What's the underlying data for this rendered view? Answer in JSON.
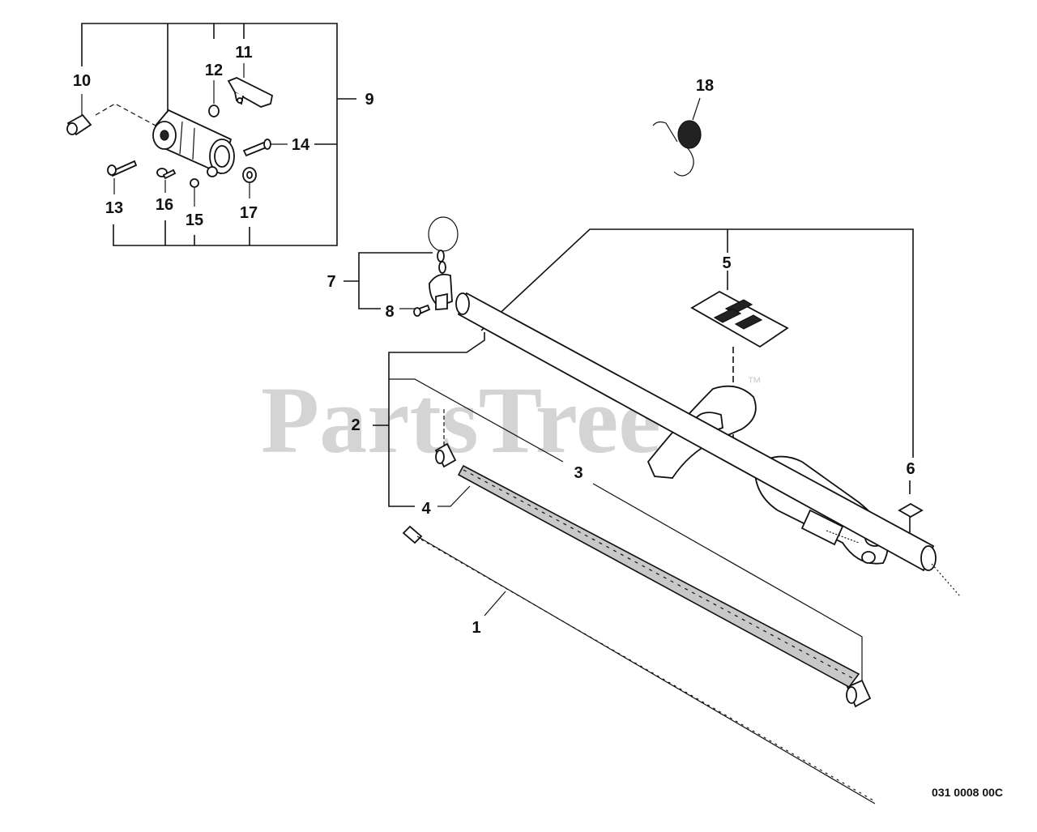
{
  "watermark": {
    "brand": "PartsTree",
    "trademark": "™"
  },
  "drawing_code": "031 0008 00C",
  "callouts": [
    {
      "id": "1",
      "text": "1"
    },
    {
      "id": "2",
      "text": "2"
    },
    {
      "id": "3",
      "text": "3"
    },
    {
      "id": "4",
      "text": "4"
    },
    {
      "id": "5",
      "text": "5"
    },
    {
      "id": "6",
      "text": "6"
    },
    {
      "id": "7",
      "text": "7"
    },
    {
      "id": "8",
      "text": "8"
    },
    {
      "id": "9",
      "text": "9"
    },
    {
      "id": "10",
      "text": "10"
    },
    {
      "id": "11",
      "text": "11"
    },
    {
      "id": "12",
      "text": "12"
    },
    {
      "id": "13",
      "text": "13"
    },
    {
      "id": "14",
      "text": "14"
    },
    {
      "id": "15",
      "text": "15"
    },
    {
      "id": "16",
      "text": "16"
    },
    {
      "id": "17",
      "text": "17"
    },
    {
      "id": "18",
      "text": "18"
    }
  ]
}
